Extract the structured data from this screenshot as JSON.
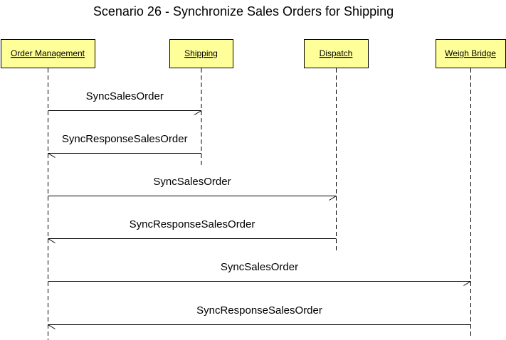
{
  "diagram": {
    "type": "sequence-diagram",
    "title": "Scenario 26 - Synchronize Sales Orders for Shipping",
    "colors": {
      "participant_fill": "#ffff99",
      "line": "#000000",
      "background": "#ffffff"
    },
    "participants": [
      {
        "id": "order-management",
        "label": "Order Management"
      },
      {
        "id": "shipping",
        "label": "Shipping"
      },
      {
        "id": "dispatch",
        "label": "Dispatch"
      },
      {
        "id": "weigh-bridge",
        "label": "Weigh Bridge"
      }
    ],
    "messages": [
      {
        "from": "order-management",
        "to": "shipping",
        "label": "SyncSalesOrder"
      },
      {
        "from": "shipping",
        "to": "order-management",
        "label": "SyncResponseSalesOrder"
      },
      {
        "from": "order-management",
        "to": "dispatch",
        "label": "SyncSalesOrder"
      },
      {
        "from": "dispatch",
        "to": "order-management",
        "label": "SyncResponseSalesOrder"
      },
      {
        "from": "order-management",
        "to": "weigh-bridge",
        "label": "SyncSalesOrder"
      },
      {
        "from": "weigh-bridge",
        "to": "order-management",
        "label": "SyncResponseSalesOrder"
      }
    ]
  }
}
